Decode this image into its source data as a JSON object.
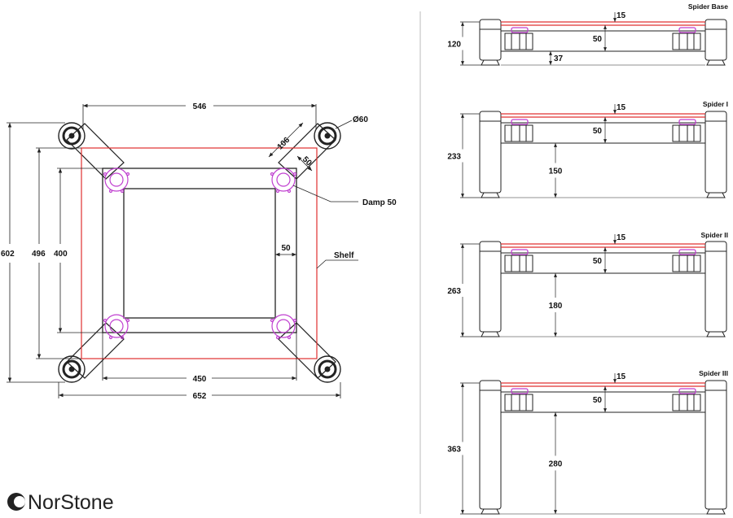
{
  "top_view": {
    "dims": {
      "width_outer": "652",
      "width_top": "546",
      "width_inner": "450",
      "height_outer": "602",
      "height_mid": "496",
      "height_inner": "400",
      "frame_width": "50",
      "arm_length": "106",
      "arm_width": "50",
      "foot_diameter": "Ø60"
    },
    "callouts": {
      "damp": "Damp 50",
      "shelf": "Shelf"
    }
  },
  "side_views": [
    {
      "title": "Spider Base",
      "total": "120",
      "top": "15",
      "frame": "50",
      "clearance": "37"
    },
    {
      "title": "Spider I",
      "total": "233",
      "top": "15",
      "frame": "50",
      "clearance": "150"
    },
    {
      "title": "Spider II",
      "total": "263",
      "top": "15",
      "frame": "50",
      "clearance": "180"
    },
    {
      "title": "Spider III",
      "total": "363",
      "top": "15",
      "frame": "50",
      "clearance": "280"
    }
  ],
  "brand": {
    "name": "NorStone",
    "logo_icon": "norstone-logo-icon"
  },
  "colors": {
    "shelf_outline": "#e03030",
    "damper": "#c040d0",
    "line": "#222222"
  }
}
